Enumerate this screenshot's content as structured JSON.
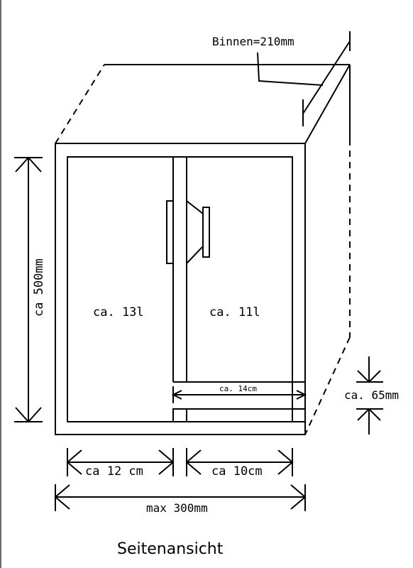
{
  "drawing": {
    "title": "Seitenansicht",
    "inner_width_label": "Binnen=210mm",
    "height_label": "ca 500mm",
    "volume_left": "ca. 13l",
    "volume_right": "ca. 11l",
    "port_length_label": "ca. 14cm",
    "port_height_label": "ca. 65mm",
    "width_left_label": "ca 12 cm",
    "width_right_label": "ca 10cm",
    "total_width_label": "max 300mm"
  }
}
